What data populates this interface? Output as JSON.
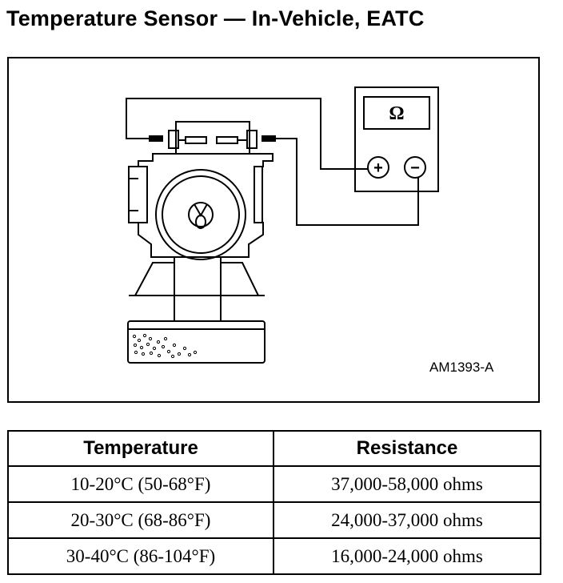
{
  "title": "Temperature Sensor — In-Vehicle, EATC",
  "figure": {
    "id_label": "AM1393-A",
    "meter_symbol": "Ω",
    "plus_symbol": "+",
    "minus_symbol": "−"
  },
  "table": {
    "headers": [
      "Temperature",
      "Resistance"
    ],
    "rows": [
      [
        "10-20°C (50-68°F)",
        "37,000-58,000 ohms"
      ],
      [
        "20-30°C (68-86°F)",
        "24,000-37,000 ohms"
      ],
      [
        "30-40°C (86-104°F)",
        "16,000-24,000 ohms"
      ]
    ]
  }
}
